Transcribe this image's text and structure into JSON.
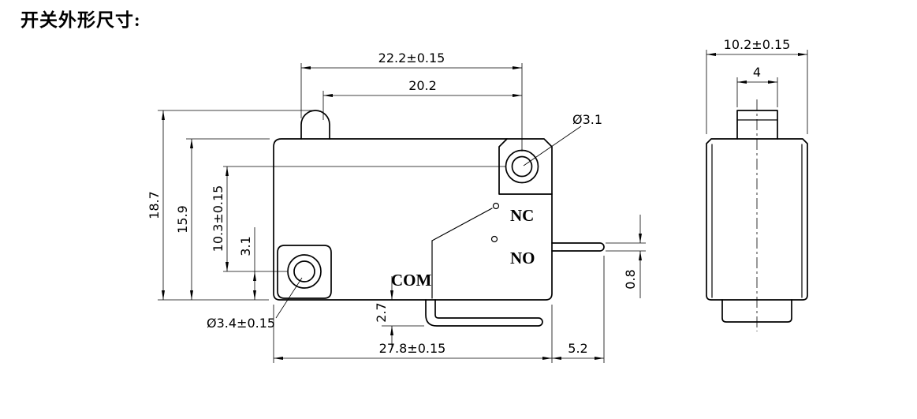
{
  "title": "开关外形尺寸:",
  "front_view": {
    "dim_top_width": "22.2±0.15",
    "dim_inner_width": "20.2",
    "hole_top_dia": "Ø3.1",
    "dim_total_height": "18.7",
    "dim_body_height": "15.9",
    "dim_hole_spacing": "10.3±0.15",
    "dim_hole_offset": "3.1",
    "hole_bottom_dia": "Ø3.4±0.15",
    "dim_com_drop": "2.7",
    "dim_body_width": "27.8±0.15",
    "dim_terminal_length": "5.2",
    "dim_terminal_thickness": "0.8",
    "terminal_nc": "NC",
    "terminal_no": "NO",
    "terminal_com": "COM"
  },
  "side_view": {
    "dim_width": "10.2±0.15",
    "dim_plunger_width": "4"
  }
}
